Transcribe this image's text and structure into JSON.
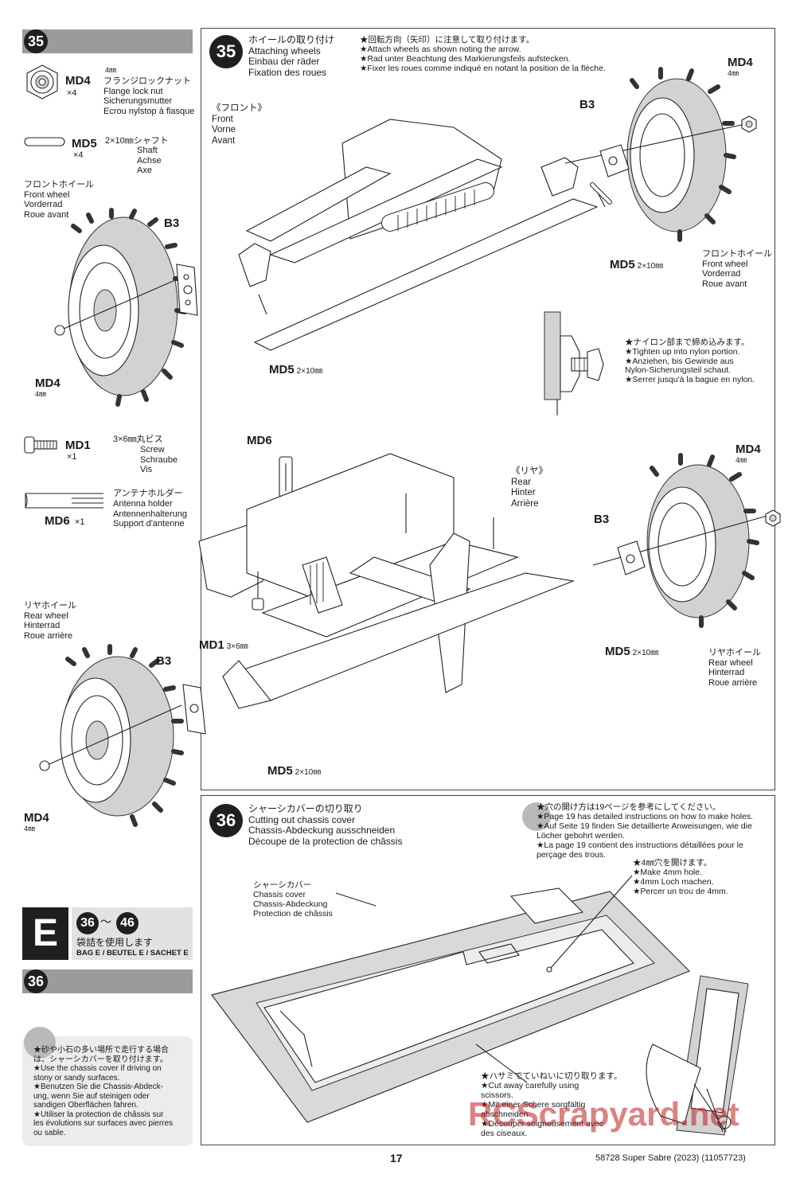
{
  "sidebar": {
    "step35_num": "35",
    "md4": {
      "code": "MD4",
      "qty": "×4",
      "spec": "4㎜",
      "desc": "フランジロックナット\nFlange lock nut\nSicherungsmutter\nEcrou nylstop à flasque"
    },
    "md5": {
      "code": "MD5",
      "qty": "×4",
      "spec": "2×10㎜シャフト",
      "desc": "Shaft\nAchse\nAxe"
    },
    "md1": {
      "code": "MD1",
      "qty": "×1",
      "spec": "3×6㎜丸ビス",
      "desc": "Screw\nSchraube\nVis"
    },
    "md6": {
      "code": "MD6",
      "qty": "×1",
      "spec": "アンテナホルダー",
      "desc": "Antenna holder\nAntennenhalterung\nSupport d'antenne"
    },
    "front_wheel_label": "フロントホイール\nFront wheel\nVorderrad\nRoue avant",
    "rear_wheel_label": "リヤホイール\nRear wheel\nHinterrad\nRoue arrière",
    "bag_letter": "E",
    "bag_range_start": "36",
    "bag_range_sep": "〜",
    "bag_range_end": "46",
    "bag_jp": "袋詰を使用します",
    "bag_text": "BAG E / BEUTEL E / SACHET E",
    "step36_num": "36",
    "chassis_cover_note": "★砂や小石の多い場所で走行する場合\nは、シャーシカバーを取り付けます。\n★Use the chassis cover if driving on\nstony or sandy surfaces.\n★Benutzen Sie die Chassis-Abdeck-\nung, wenn Sie auf steinigen oder\nsandigen Oberflächen fahren.\n★Utiliser la protection de châssis sur\nles évolutions sur surfaces avec pierres\nou sable."
  },
  "step35": {
    "num": "35",
    "title": "ホイールの取り付け\nAttaching wheels\nEinbau der räder\nFixation des roues",
    "note": "★回転方向（矢印）に注意して取り付けます。\n★Attach wheels as shown noting the arrow.\n★Rad unter Beachtung des Markierungsfeils aufstecken.\n★Fixer les roues comme indiqué en notant la position de la flèche.",
    "front_label": "《フロント》\nFront\nVorne\nAvant",
    "rear_label": "《リヤ》\nRear\nHinter\nArrière",
    "tighten_note": "★ナイロン部まで締め込みます。\n★Tighten up into nylon portion.\n★Anziehen, bis Gewinde aus\nNylon-Sicherungsteil schaut.\n★Serrer jusqu'à la bague en nylon.",
    "front_wheel_right": "フロントホイール\nFront wheel\nVorderrad\nRoue avant",
    "rear_wheel_right": "リヤホイール\nRear wheel\nHinterrad\nRoue arrière",
    "callouts": {
      "md4": "MD4",
      "md4_size": "4㎜",
      "b3": "B3",
      "md5": "MD5",
      "md5_size": "2×10㎜",
      "md6": "MD6",
      "md1": "MD1",
      "md1_size": "3×6㎜"
    }
  },
  "step36": {
    "num": "36",
    "title": "シャーシカバーの切り取り\nCutting out chassis cover\nChassis-Abdeckung ausschneiden\nDécoupe de la protection de châssis",
    "holes_note": "★穴の開け方は19ページを参考にしてください。\n★Page 19 has detailed instructions on how to make holes.\n★Auf Seite 19 finden Sie detaillierte Anweisungen, wie die\nLöcher gebohrt werden.\n★La page 19 contient des instructions détaillées pour le\nperçage des trous.",
    "hole_4mm": "★4㎜穴を開けます。\n★Make 4mm hole.\n★4mm Loch machen.\n★Percer un trou de 4mm.",
    "cover_label": "シャーシカバー\nChassis cover\nChassis-Abdeckung\nProtection de châssis",
    "cut_note": "★ハサミでていねいに切り取ります。\n★Cut away carefully using\nscissors.\n★Mit einer Schere sorgfältig\nabschneiden.\n★Découper soigneusement avec\ndes ciseaux."
  },
  "footer": {
    "page_number": "17",
    "product": "58728 Super Sabre (2023) (11057723)",
    "watermark": "RCScrapyard.net"
  }
}
